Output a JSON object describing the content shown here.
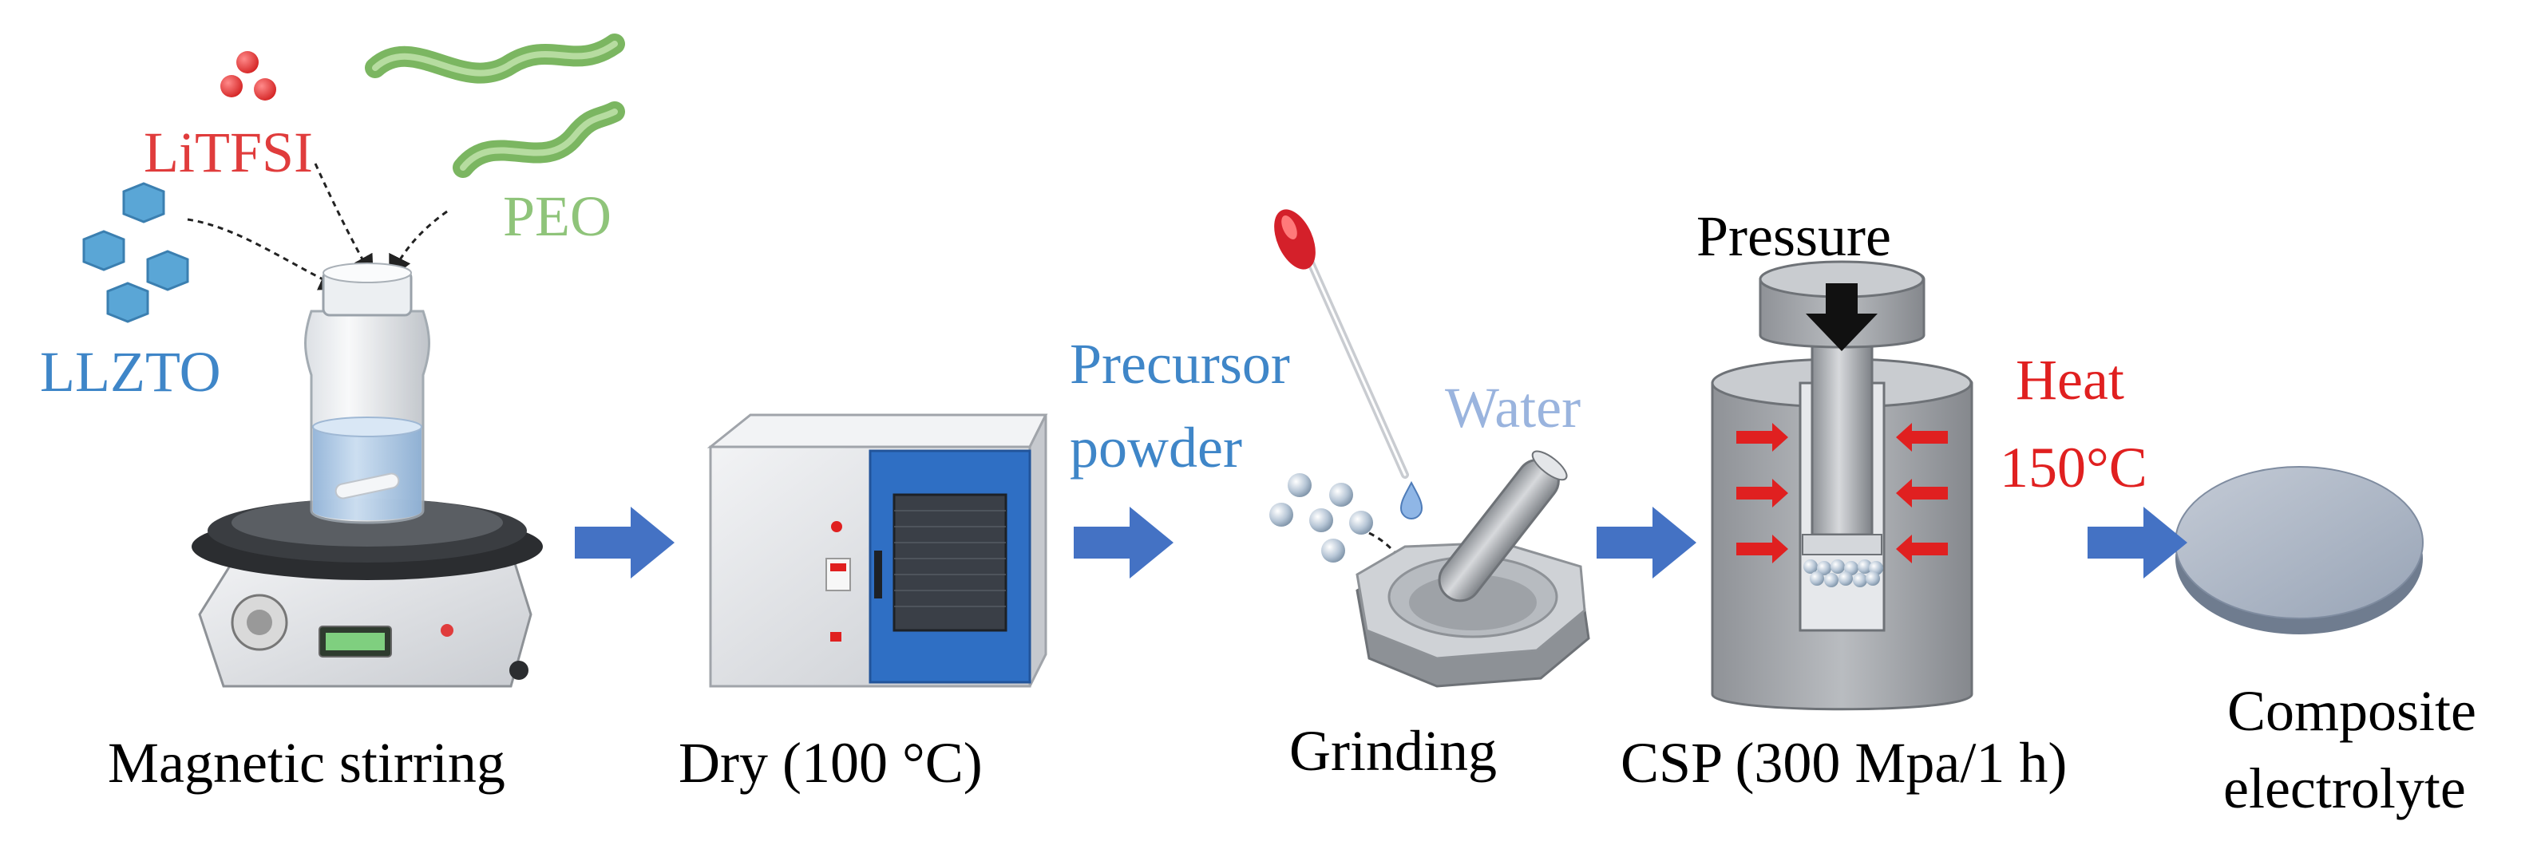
{
  "reagents": {
    "litfsi": "LiTFSI",
    "peo": "PEO",
    "llzto": "LLZTO"
  },
  "steps": {
    "stirring": "Magnetic stirring",
    "dry": "Dry (100 °C)",
    "grinding": "Grinding",
    "csp": "CSP (300 Mpa/1 h)",
    "composite_line1": "Composite",
    "composite_line2": "electrolyte"
  },
  "annotations": {
    "precursor_line1": "Precursor",
    "precursor_line2": "powder",
    "water": "Water",
    "pressure": "Pressure",
    "heat_line1": "Heat",
    "heat_line2": "150°C"
  },
  "colors": {
    "litfsi": "#e03c3c",
    "peo": "#8fc47a",
    "llzto": "#3f86c8",
    "water": "#9ab4de",
    "heat": "#e02020",
    "arrow": "#4472c4"
  }
}
